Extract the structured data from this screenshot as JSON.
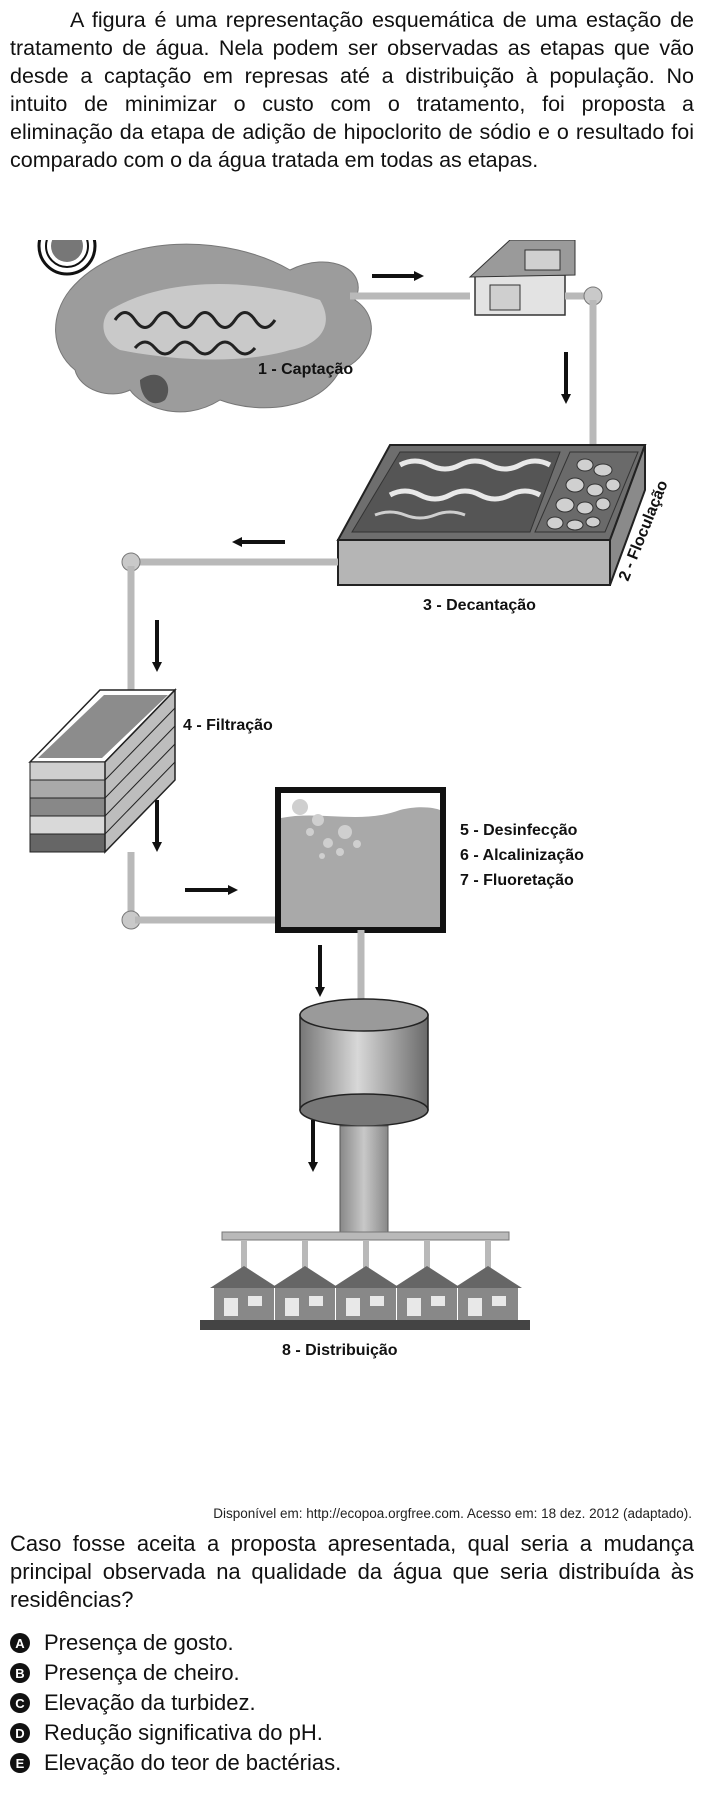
{
  "intro": "A figura é uma representação esquemática de uma estação de tratamento de água. Nela podem ser observadas as etapas que vão desde a captação em represas até a distribuição à população. No intuito de minimizar o custo com o tratamento, foi proposta a eliminação da etapa de adição de hipoclorito de sódio e o resultado foi comparado com o da água tratada em todas as etapas.",
  "diagram": {
    "labels": {
      "captacao": "1 - Captação",
      "floculacao": "2 - Floculação",
      "decantacao": "3 - Decantação",
      "filtracao": "4 - Filtração",
      "desinfeccao": "5 - Desinfecção",
      "alcalinizacao": "6 - Alcalinização",
      "fluoretacao": "7 - Fluoretação",
      "distribuicao": "8 - Distribuição"
    }
  },
  "source": "Disponível em: http://ecopoa.orgfree.com. Acesso em: 18 dez. 2012 (adaptado).",
  "question": "Caso fosse aceita a proposta apresentada, qual seria a mudança principal observada na qualidade da água que seria distribuída às residências?",
  "options": [
    {
      "letter": "A",
      "text": "Presença de gosto."
    },
    {
      "letter": "B",
      "text": "Presença de cheiro."
    },
    {
      "letter": "C",
      "text": "Elevação da turbidez."
    },
    {
      "letter": "D",
      "text": "Redução significativa do pH."
    },
    {
      "letter": "E",
      "text": "Elevação do teor de bactérias."
    }
  ],
  "colors": {
    "pipe": "#b9b9b9",
    "water": "#a9a9a9",
    "dark": "#1a1a1a"
  }
}
